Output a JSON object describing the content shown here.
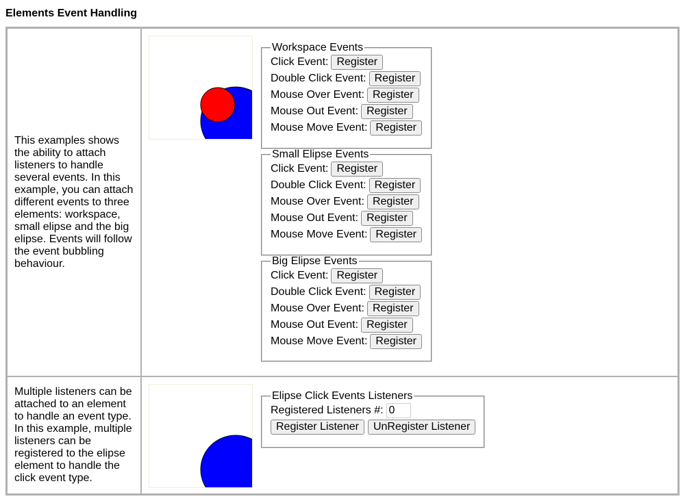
{
  "page": {
    "title": "Elements Event Handling"
  },
  "section1": {
    "description": "This examples shows the ability to attach listeners to handle several events. In this example, you can attach different events to three elements: workspace, small elipse and the big elipse. Events will follow the event bubbling behaviour.",
    "fieldsets": [
      {
        "legend": "Workspace Events",
        "rows": [
          {
            "label": "Click Event:",
            "button": "Register"
          },
          {
            "label": "Double Click Event:",
            "button": "Register"
          },
          {
            "label": "Mouse Over Event:",
            "button": "Register"
          },
          {
            "label": "Mouse Out Event:",
            "button": "Register"
          },
          {
            "label": "Mouse Move Event:",
            "button": "Register"
          }
        ]
      },
      {
        "legend": "Small Elipse Events",
        "rows": [
          {
            "label": "Click Event:",
            "button": "Register"
          },
          {
            "label": "Double Click Event:",
            "button": "Register"
          },
          {
            "label": "Mouse Over Event:",
            "button": "Register"
          },
          {
            "label": "Mouse Out Event:",
            "button": "Register"
          },
          {
            "label": "Mouse Move Event:",
            "button": "Register"
          }
        ]
      },
      {
        "legend": "Big Elipse Events",
        "rows": [
          {
            "label": "Click Event:",
            "button": "Register"
          },
          {
            "label": "Double Click Event:",
            "button": "Register"
          },
          {
            "label": "Mouse Over Event:",
            "button": "Register"
          },
          {
            "label": "Mouse Out Event:",
            "button": "Register"
          },
          {
            "label": "Mouse Move Event:",
            "button": "Register"
          }
        ]
      }
    ],
    "colors": {
      "small_elipse": "#ff0000",
      "big_elipse": "#0000ff"
    }
  },
  "section2": {
    "description": "Multiple listeners can be attached to an element to handle an event type. In this example, multiple listeners can be registered to the elipse element to handle the click event type.",
    "legend": "Elipse Click Events Listeners",
    "count_label": "Registered Listeners #:",
    "count_value": "0",
    "register_button": "Register Listener",
    "unregister_button": "UnRegister Listener",
    "colors": {
      "elipse": "#0000ff"
    }
  }
}
